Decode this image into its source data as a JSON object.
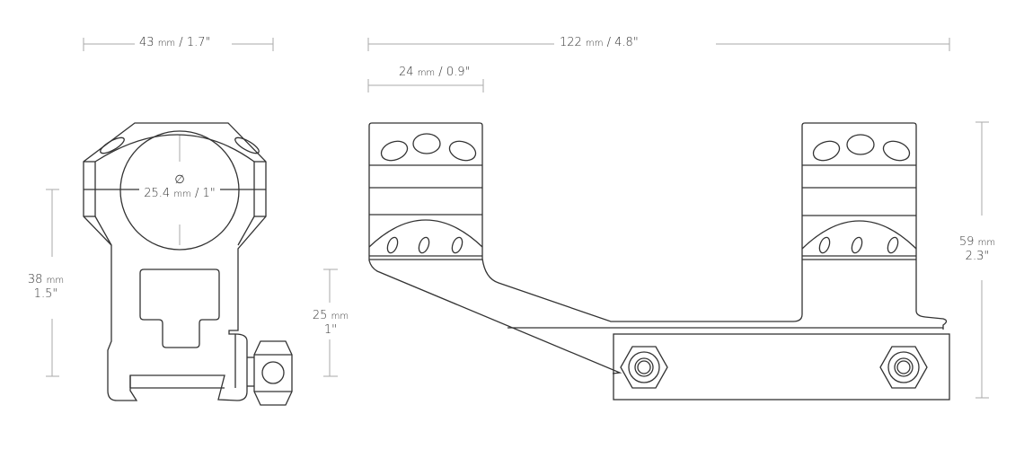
{
  "diagram": {
    "type": "technical-dimension-drawing",
    "subject": "cantilever scope mount (front and side views)",
    "colors": {
      "outline": "#333333",
      "dimension_line": "#aaaaaa",
      "background": "#ffffff"
    }
  },
  "front_view": {
    "width": {
      "value": "43",
      "unit": "mm",
      "imperial": "1.7\""
    },
    "height": {
      "value": "38",
      "unit": "mm",
      "imperial": "1.5\""
    },
    "tube_diameter": {
      "symbol": "∅",
      "value": "25.4",
      "unit": "mm",
      "imperial": "1\""
    },
    "rail_height": {
      "value": "25",
      "unit": "mm",
      "imperial": "1\""
    }
  },
  "side_view": {
    "length": {
      "value": "122",
      "unit": "mm",
      "imperial": "4.8\""
    },
    "ring_width": {
      "value": "24",
      "unit": "mm",
      "imperial": "0.9\""
    },
    "height": {
      "value": "59",
      "unit": "mm",
      "imperial": "2.3\""
    }
  },
  "labels": {
    "sep": " / "
  }
}
